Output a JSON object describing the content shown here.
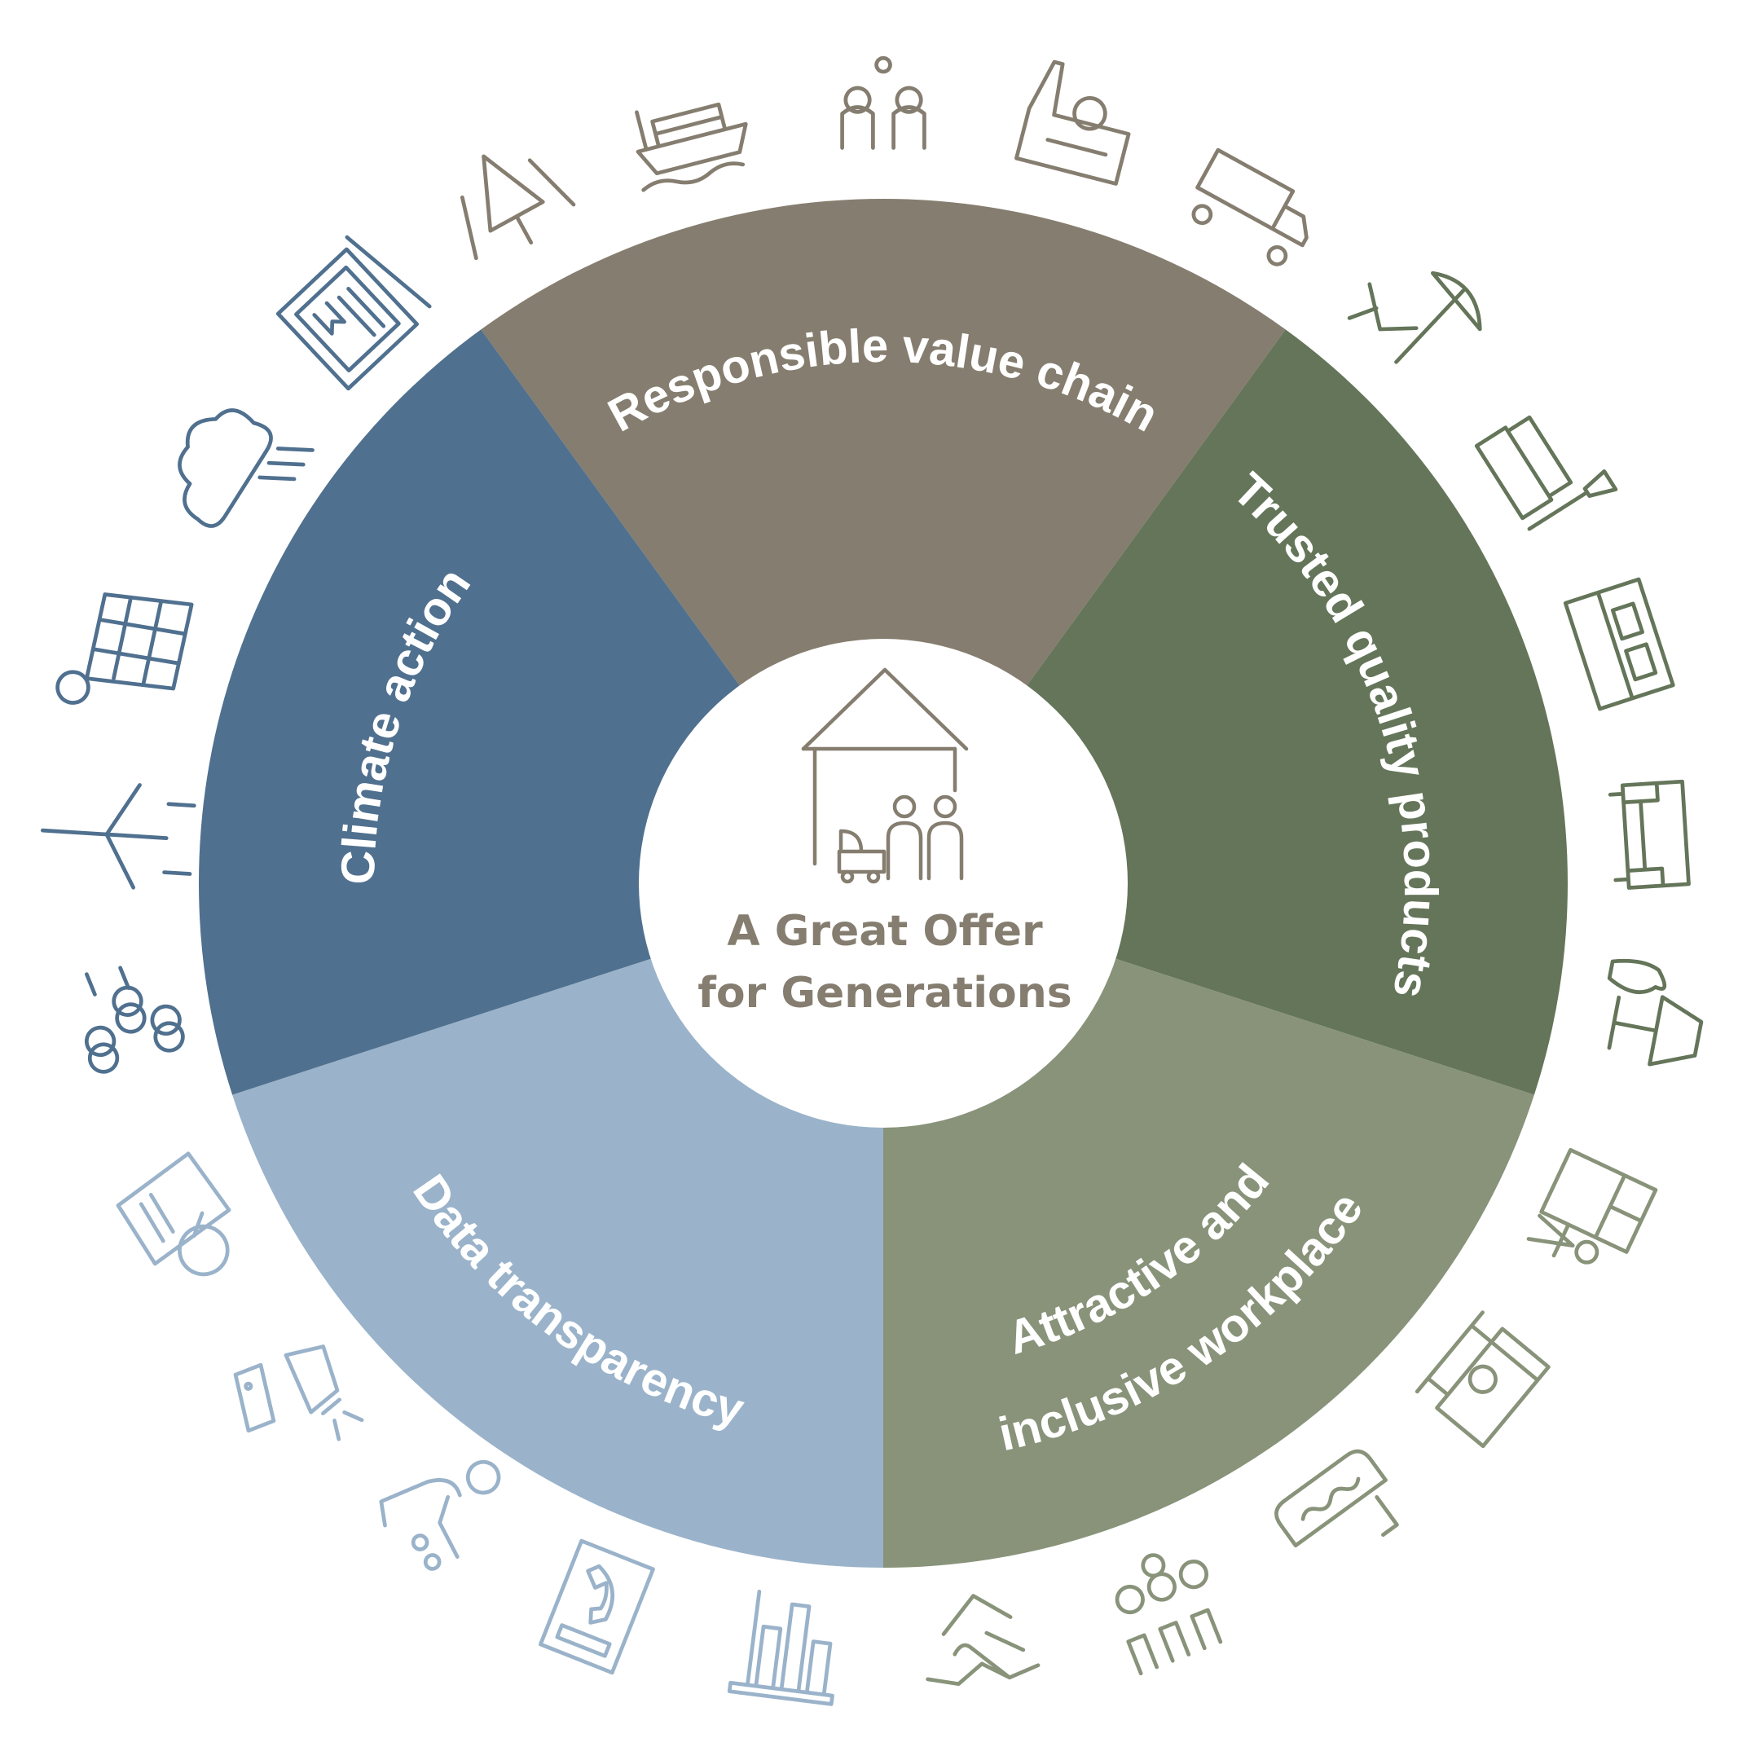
{
  "center": {
    "title_line1": "A Great Offer",
    "title_line2": "for Generations",
    "icon": "house-family-icon"
  },
  "segments": [
    {
      "id": "responsible-value-chain",
      "label": "Responsible value chain",
      "color": "#857d6f",
      "icons": [
        "forest-icon",
        "cargo-ship-icon",
        "people-trade-icon",
        "factory-icon",
        "truck-icon"
      ]
    },
    {
      "id": "trusted-quality-products",
      "label": "Trusted quality products",
      "color": "#647559",
      "icons": [
        "beach-chair-icon",
        "sofa-lamp-icon",
        "bed-icon",
        "sofa-icon",
        "lamp-vase-icon"
      ]
    },
    {
      "id": "attractive-inclusive-workplace",
      "label_line1": "Attractive and",
      "label_line2": "inclusive workplace",
      "color": "#88937a",
      "icons": [
        "office-shelf-icon",
        "workshop-icon",
        "bathtub-icon",
        "team-icon",
        "handshake-icon"
      ]
    },
    {
      "id": "data-transparency",
      "label": "Data transparency",
      "color": "#9ab3ca",
      "icons": [
        "bar-chart-icon",
        "phone-icon",
        "connection-icon",
        "megaphone-chat-icon",
        "document-search-icon"
      ]
    },
    {
      "id": "climate-action",
      "label": "Climate action",
      "color": "#50708f",
      "icons": [
        "flowers-icon",
        "wind-turbine-icon",
        "solar-panel-icon",
        "cloud-icon",
        "newspaper-icon"
      ]
    }
  ]
}
